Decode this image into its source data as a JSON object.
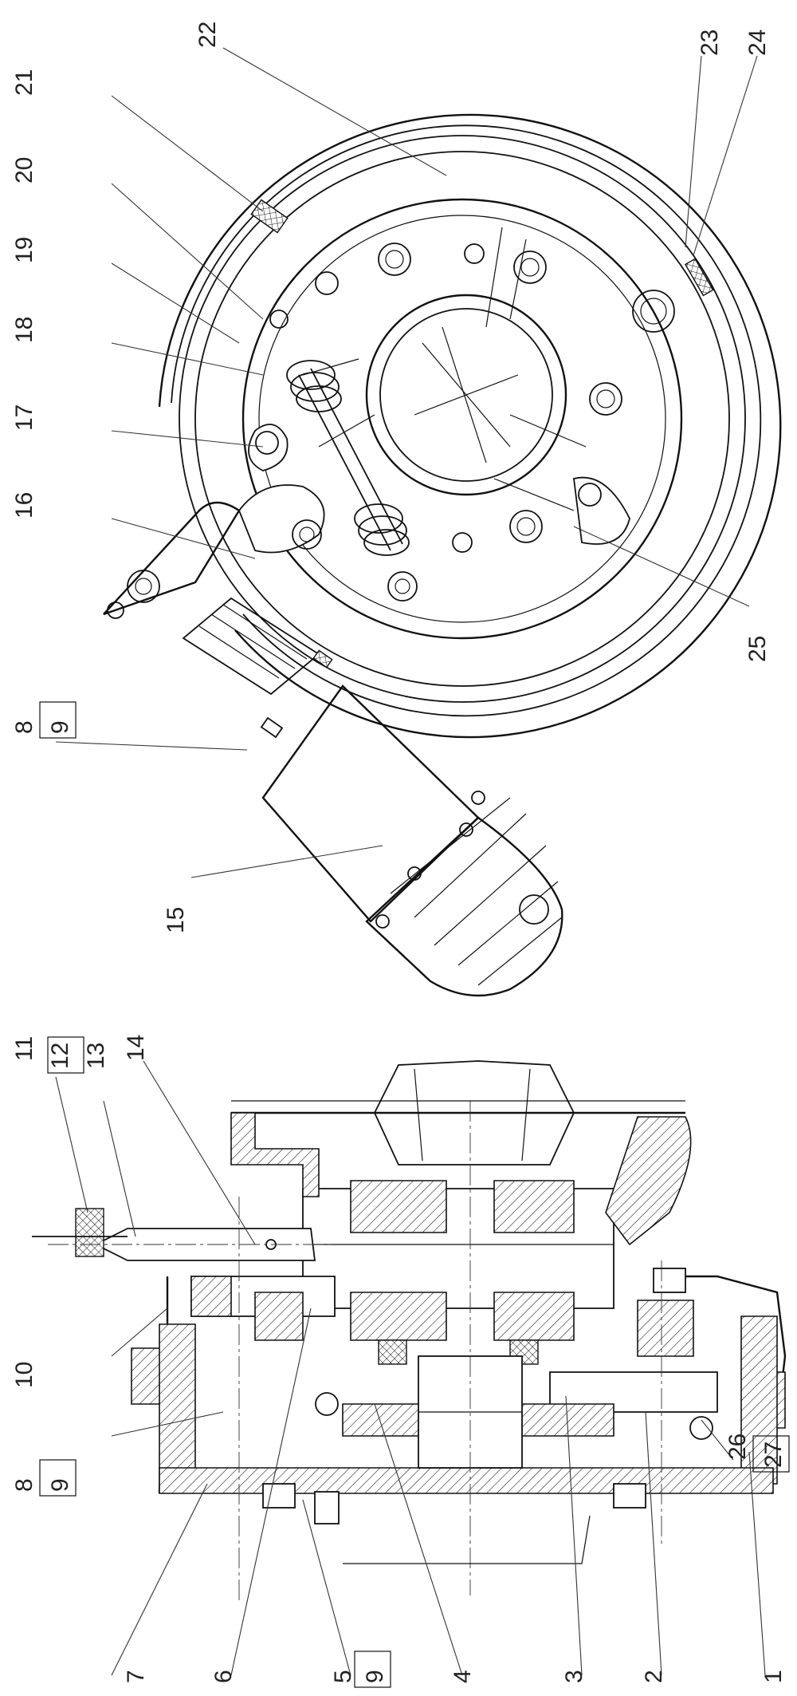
{
  "labels": {
    "n1": "1",
    "n2": "2",
    "n3": "3",
    "n4": "4",
    "n5": "5",
    "n6": "6",
    "n7": "7",
    "n8a": "8",
    "n9a": "9",
    "n8b": "8",
    "n9b": "9",
    "n9c": "9",
    "n10": "10",
    "n11": "11",
    "n12": "12",
    "n13": "13",
    "n14": "14",
    "n15": "15",
    "n16": "16",
    "n17": "17",
    "n18": "18",
    "n19": "19",
    "n20": "20",
    "n21": "21",
    "n22": "22",
    "n23": "23",
    "n24": "24",
    "n25": "25",
    "n26": "26",
    "n27": "27"
  }
}
